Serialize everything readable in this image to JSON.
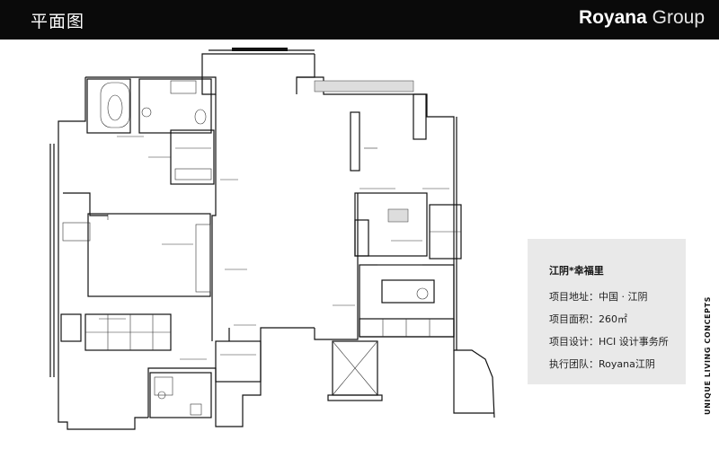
{
  "header": {
    "title": "平面图",
    "brand_strong": "Royana",
    "brand_light": " Group"
  },
  "info": {
    "project_name": "江阴*幸福里",
    "rows": [
      "项目地址：中国 · 江阴",
      "项目面积：260㎡",
      "项目设计：HCI 设计事务所",
      "执行团队：Royana江阴"
    ]
  },
  "side_text": "UNIQUE LIVING CONCEPTS",
  "colors": {
    "header_bg": "#0a0a0a",
    "panel_bg": "#e9e9e9",
    "line": "#111111"
  }
}
